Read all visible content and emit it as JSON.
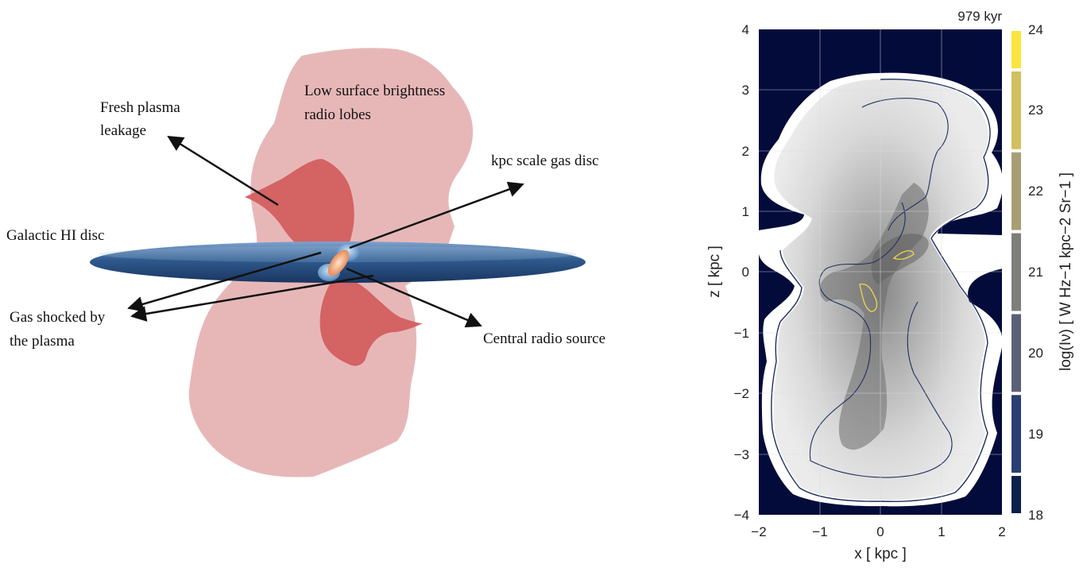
{
  "schematic": {
    "labels": {
      "fresh_plasma": [
        "Fresh plasma",
        "leakage"
      ],
      "low_surface_brightness": [
        "Low surface brightness",
        "radio lobes"
      ],
      "kpc_disc": "kpc scale gas disc",
      "galactic_disc": "Galactic HI disc",
      "gas_shocked": [
        "Gas shocked by",
        "the plasma"
      ],
      "central_source": "Central radio source"
    },
    "colors": {
      "lobe": "#e6b3b4",
      "fresh_plasma": "#d35b5b",
      "disc": "#2e5a88",
      "core": "#f4a97c"
    }
  },
  "chart_data": {
    "type": "heatmap",
    "annotation": "979 kyr",
    "xlabel": "x [ kpc ]",
    "ylabel": "z [ kpc ]",
    "xlim": [
      -2,
      2
    ],
    "ylim": [
      -4,
      4
    ],
    "xticks": [
      "−2",
      "−1",
      "0",
      "1",
      "2"
    ],
    "yticks": [
      "4",
      "3",
      "2",
      "1",
      "0",
      "−1",
      "−2",
      "−3",
      "−4"
    ],
    "grid": true,
    "background_color": "#030b3a",
    "colorbar": {
      "label": "log(Iν) [ W Hz−1 kpc−2 Sr−1 ]",
      "ticks": [
        "24",
        "23",
        "22",
        "21",
        "20",
        "19",
        "18"
      ],
      "bins": [
        {
          "from": 18.0,
          "to": 18.5,
          "color": "#0d1f4b"
        },
        {
          "from": 18.5,
          "to": 19.5,
          "color": "#2b3f73"
        },
        {
          "from": 19.5,
          "to": 20.5,
          "color": "#5a6177"
        },
        {
          "from": 20.5,
          "to": 21.5,
          "color": "#7e7f7b"
        },
        {
          "from": 21.5,
          "to": 22.5,
          "color": "#a79e74"
        },
        {
          "from": 22.5,
          "to": 23.5,
          "color": "#d2bf5f"
        },
        {
          "from": 23.5,
          "to": 24.0,
          "color": "#fbe43c"
        }
      ]
    }
  }
}
